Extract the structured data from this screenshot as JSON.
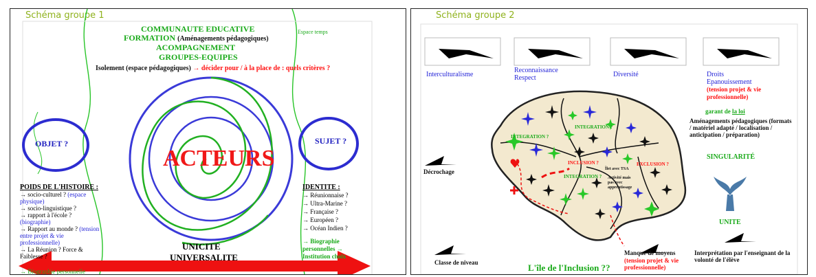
{
  "schema1": {
    "title": "Schéma groupe 1",
    "header": {
      "line1": "COMMUNAUTE EDUCATIVE",
      "line2a": "FORMATION",
      "line2b": "(Aménagements pédagogiques)",
      "line3": "ACOMPAGNEMENT",
      "line4": "GROUPES-EQUIPES",
      "line5a": "Isolement (espace pédagogiques)",
      "line5b": "→ décider pour / à la place de : quels critères ?",
      "espace_temps": "Espace temps"
    },
    "objet": "OBJET ?",
    "sujet": "SUJET ?",
    "acteurs": "ACTEURS",
    "unicite": "UNICITE",
    "universalite": "UNIVERSALITE",
    "histoire_title": "POIDS DE L'HISTOIRE :",
    "histoire": [
      {
        "text": "→ socio-culturel ?",
        "extra": "(espace physique)"
      },
      {
        "text": "→ socio-linguistique ?",
        "extra": ""
      },
      {
        "text": "→ rapport à l'école ?",
        "extra": "(biographie)"
      },
      {
        "text": "→ Rapport au monde ?",
        "extra": "(tension entre projet & vie professionnelle)"
      },
      {
        "text": "→ La Réunion ? Force & Faiblesse ?",
        "extra": ""
      }
    ],
    "bio_perso": "→ Biographie personnelle",
    "identite_title": "IDENTITE :",
    "identite": [
      "→ Réunionnaise ?",
      "→ Ultra-Marine ?",
      "→ Française ?",
      "→ Européen ?",
      "→ Océan Indien ?"
    ],
    "bio_right": [
      "→ Biographie",
      "personnelles →",
      "Institution choix"
    ]
  },
  "schema2": {
    "title": "Schéma groupe 2",
    "top_labels": [
      "Interculturalisme",
      "Reconnaissance Respect",
      "Diversité",
      "Droits Epanouissement"
    ],
    "droits_note": "(tension projet & vie professionnelle)",
    "garant": "garant de",
    "garant_loi": "la loi",
    "amenagements": "Aménagements pédagogiques (formats / matériel adapté / localisation / anticipation / préparation)",
    "singularite": "SINGULARITÉ",
    "unite": "UNITE",
    "decrochage": "Décrochage",
    "classe": "Classe de niveau",
    "manque": "Manque de moyens",
    "manque_note": "(tension projet & vie professionnelle)",
    "interpretation": "Interprétation par l'enseignant de la volonté de l'élève",
    "ile_title": "L'île de l'Inclusion ??",
    "map_labels": {
      "integration1": "INTEGRATION ?",
      "integration2": "INTEGRATION ?",
      "integration3": "INTEGRATION ?",
      "inclusion": "INCLUSION ?",
      "exclusion": "EXCLUSION ?",
      "ilet": "Îlet avec TSA",
      "activite": "Activité mais pas avec apprentissage"
    }
  }
}
